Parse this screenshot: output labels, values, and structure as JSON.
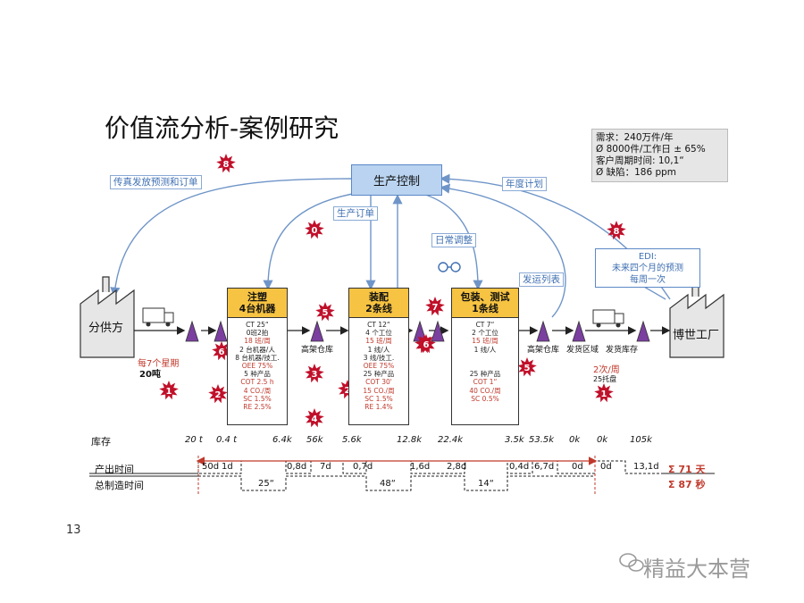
{
  "title": "价值流分析-案例研究",
  "page_number": "13",
  "watermark": "精益大本营",
  "demand_box": {
    "line1": "需求：240万件/年",
    "line2": "Ø 8000件/工作日 ± 65%",
    "line3": "客户周期时间: 10,1“",
    "line4": "Ø 缺陷：186 ppm"
  },
  "production_control": "生产控制",
  "labels": {
    "fax": "传真发放预测和订单",
    "prod_order": "生产订单",
    "annual_plan": "年度计划",
    "daily_schedule": "日常调整",
    "ship_list": "发运列表",
    "edi_1": "EDI:",
    "edi_2": "未来四个月的预测",
    "edi_3": "每周一次"
  },
  "supplier": {
    "name": "分供方",
    "freq": "每7个星期",
    "qty": "20吨"
  },
  "customer": {
    "name": "博世工厂",
    "freq": "2次/周",
    "qty": "25托盘"
  },
  "processes": [
    {
      "name": "注塑",
      "sub": "4台机器",
      "lines": [
        "CT 25“",
        "0班2拍",
        "18 班/周",
        "2 台机器/人",
        "8 台机器/技工.",
        "OEE 75%",
        "5 种产品",
        "COT 2.5 h",
        "4 CO./周",
        "SC 1.5%",
        "RE 2.5%"
      ]
    },
    {
      "name": "装配",
      "sub": "2条线",
      "lines": [
        "CT 12“",
        "4 个工位",
        "15 班/周",
        "1 线/人",
        "3 线/技工.",
        "OEE 75%",
        "25 种产品",
        "COT 30'",
        "15 CO./周",
        "SC 1.5%",
        "RE 1.4%"
      ]
    },
    {
      "name": "包装、测试",
      "sub": "1条线",
      "lines": [
        "CT 7“",
        "2 个工位",
        "15 班/周",
        "1 线/人",
        "",
        "",
        "25 种产品",
        "COT 1“",
        "40 CO./周",
        "SC 0.5%"
      ]
    }
  ],
  "areas": {
    "wh1": "高架仓库",
    "wh2": "高架仓库",
    "ship_area": "发货区域",
    "ship_wh": "发货库存"
  },
  "inventory": {
    "header": "库存",
    "values": [
      "20 t",
      "0.4 t",
      "6.4k",
      "56k",
      "5.6k",
      "12.8k",
      "22.4k",
      "3.5k",
      "53.5k",
      "0k",
      "0k",
      "105k"
    ]
  },
  "timeline": {
    "lead_label": "产出时间",
    "cycle_label": "总制造时间",
    "lead_values": [
      "50d",
      "1d",
      "0,8d",
      "7d",
      "0,7d",
      "1,6d",
      "2,8d",
      "0,4d",
      "6,7d",
      "0d",
      "0d",
      "13,1d"
    ],
    "cycle_values": [
      "25“",
      "48“",
      "14“"
    ],
    "sum_lead": "Σ 71 天",
    "sum_cycle": "Σ 87 秒"
  },
  "bursts": [
    "8",
    "0",
    "8",
    "1",
    "6",
    "2",
    "3",
    "5",
    "3",
    "4",
    "2",
    "6",
    "7",
    "5",
    "1"
  ],
  "colors": {
    "process_header": "#f6c342",
    "prod_control": "#b9d3f0",
    "arrow_blue": "#6f95c8",
    "burst_red": "#c0102a",
    "timeline_red": "#c0392b",
    "inventory_triangle": "#7b3fa0"
  }
}
